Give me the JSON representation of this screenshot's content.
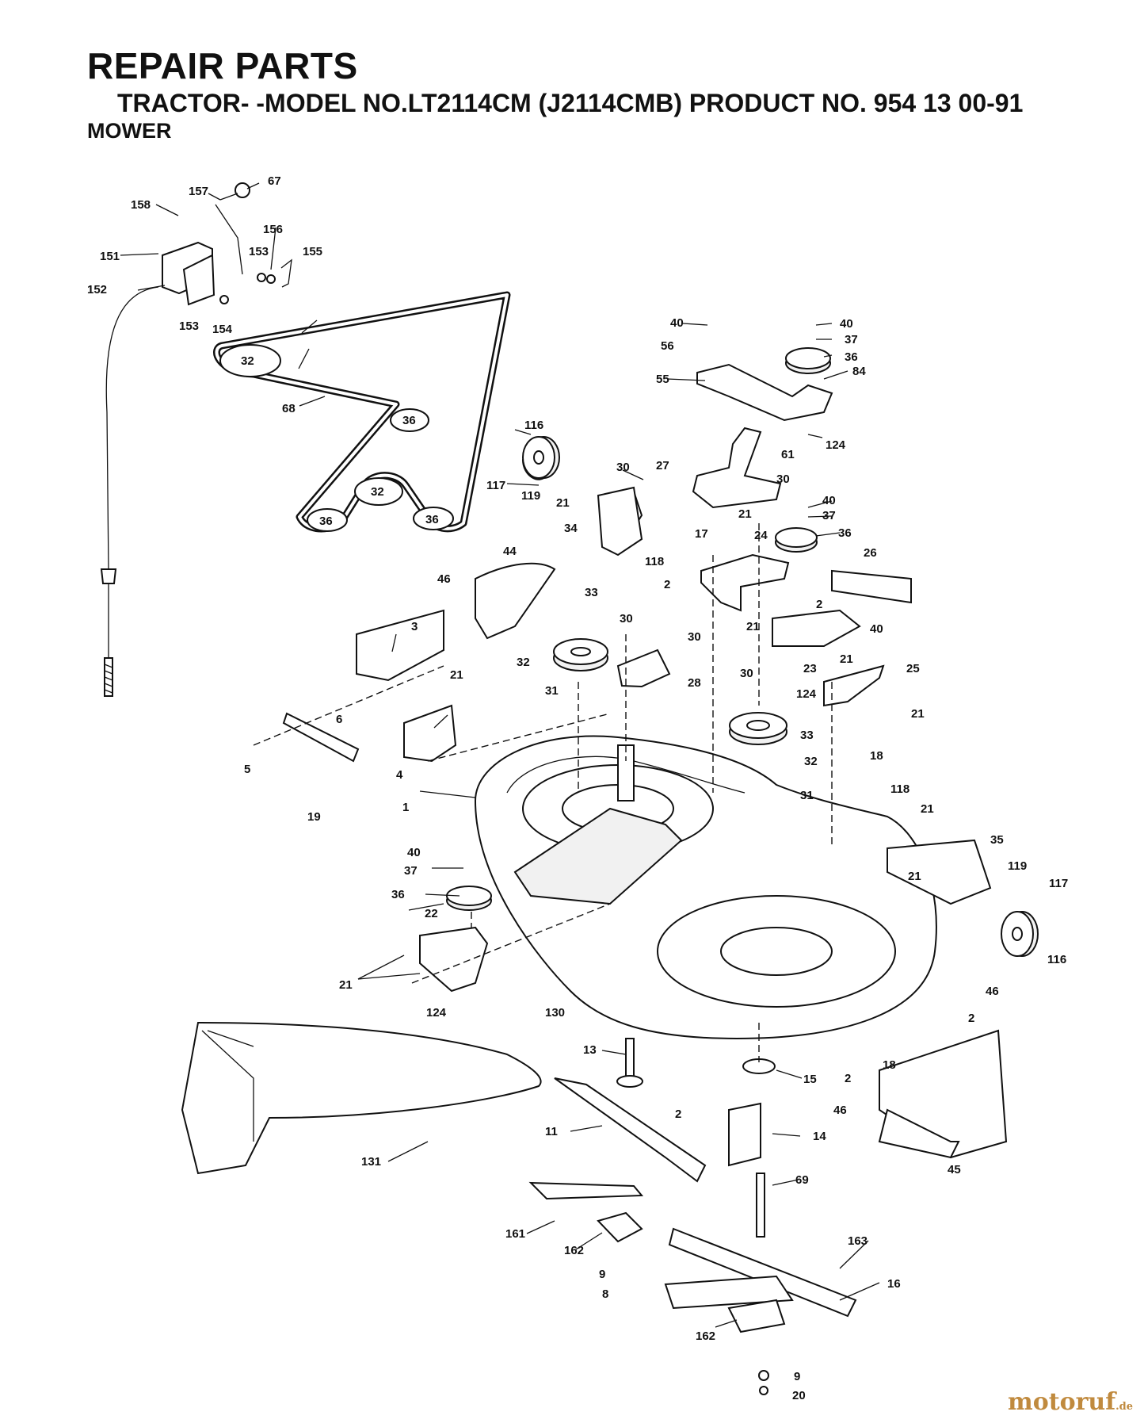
{
  "header": {
    "title": "REPAIR PARTS",
    "subtitle": "TRACTOR- -MODEL NO.LT2114CM (J2114CMB) PRODUCT NO. 954 13 00-91",
    "section": "MOWER"
  },
  "watermark": {
    "text": "motoruf",
    "suffix": ".de"
  },
  "callouts": {
    "c1": "1",
    "c2": "2",
    "c3": "3",
    "c4": "4",
    "c5": "5",
    "c6": "6",
    "c8": "8",
    "c9": "9",
    "c11": "11",
    "c13": "13",
    "c14": "14",
    "c15": "15",
    "c16": "16",
    "c17": "17",
    "c18": "18",
    "c19": "19",
    "c20": "20",
    "c21": "21",
    "c22": "22",
    "c23": "23",
    "c24": "24",
    "c25": "25",
    "c26": "26",
    "c27": "27",
    "c28": "28",
    "c30": "30",
    "c31": "31",
    "c32": "32",
    "c33": "33",
    "c34": "34",
    "c35": "35",
    "c36": "36",
    "c37": "37",
    "c40": "40",
    "c44": "44",
    "c45": "45",
    "c46": "46",
    "c55": "55",
    "c56": "56",
    "c61": "61",
    "c67": "67",
    "c68": "68",
    "c69": "69",
    "c84": "84",
    "c116": "116",
    "c117": "117",
    "c118": "118",
    "c119": "119",
    "c124": "124",
    "c130": "130",
    "c131": "131",
    "c151": "151",
    "c152": "152",
    "c153": "153",
    "c154": "154",
    "c155": "155",
    "c156": "156",
    "c157": "157",
    "c158": "158",
    "c161": "161",
    "c162": "162",
    "c163": "163"
  }
}
